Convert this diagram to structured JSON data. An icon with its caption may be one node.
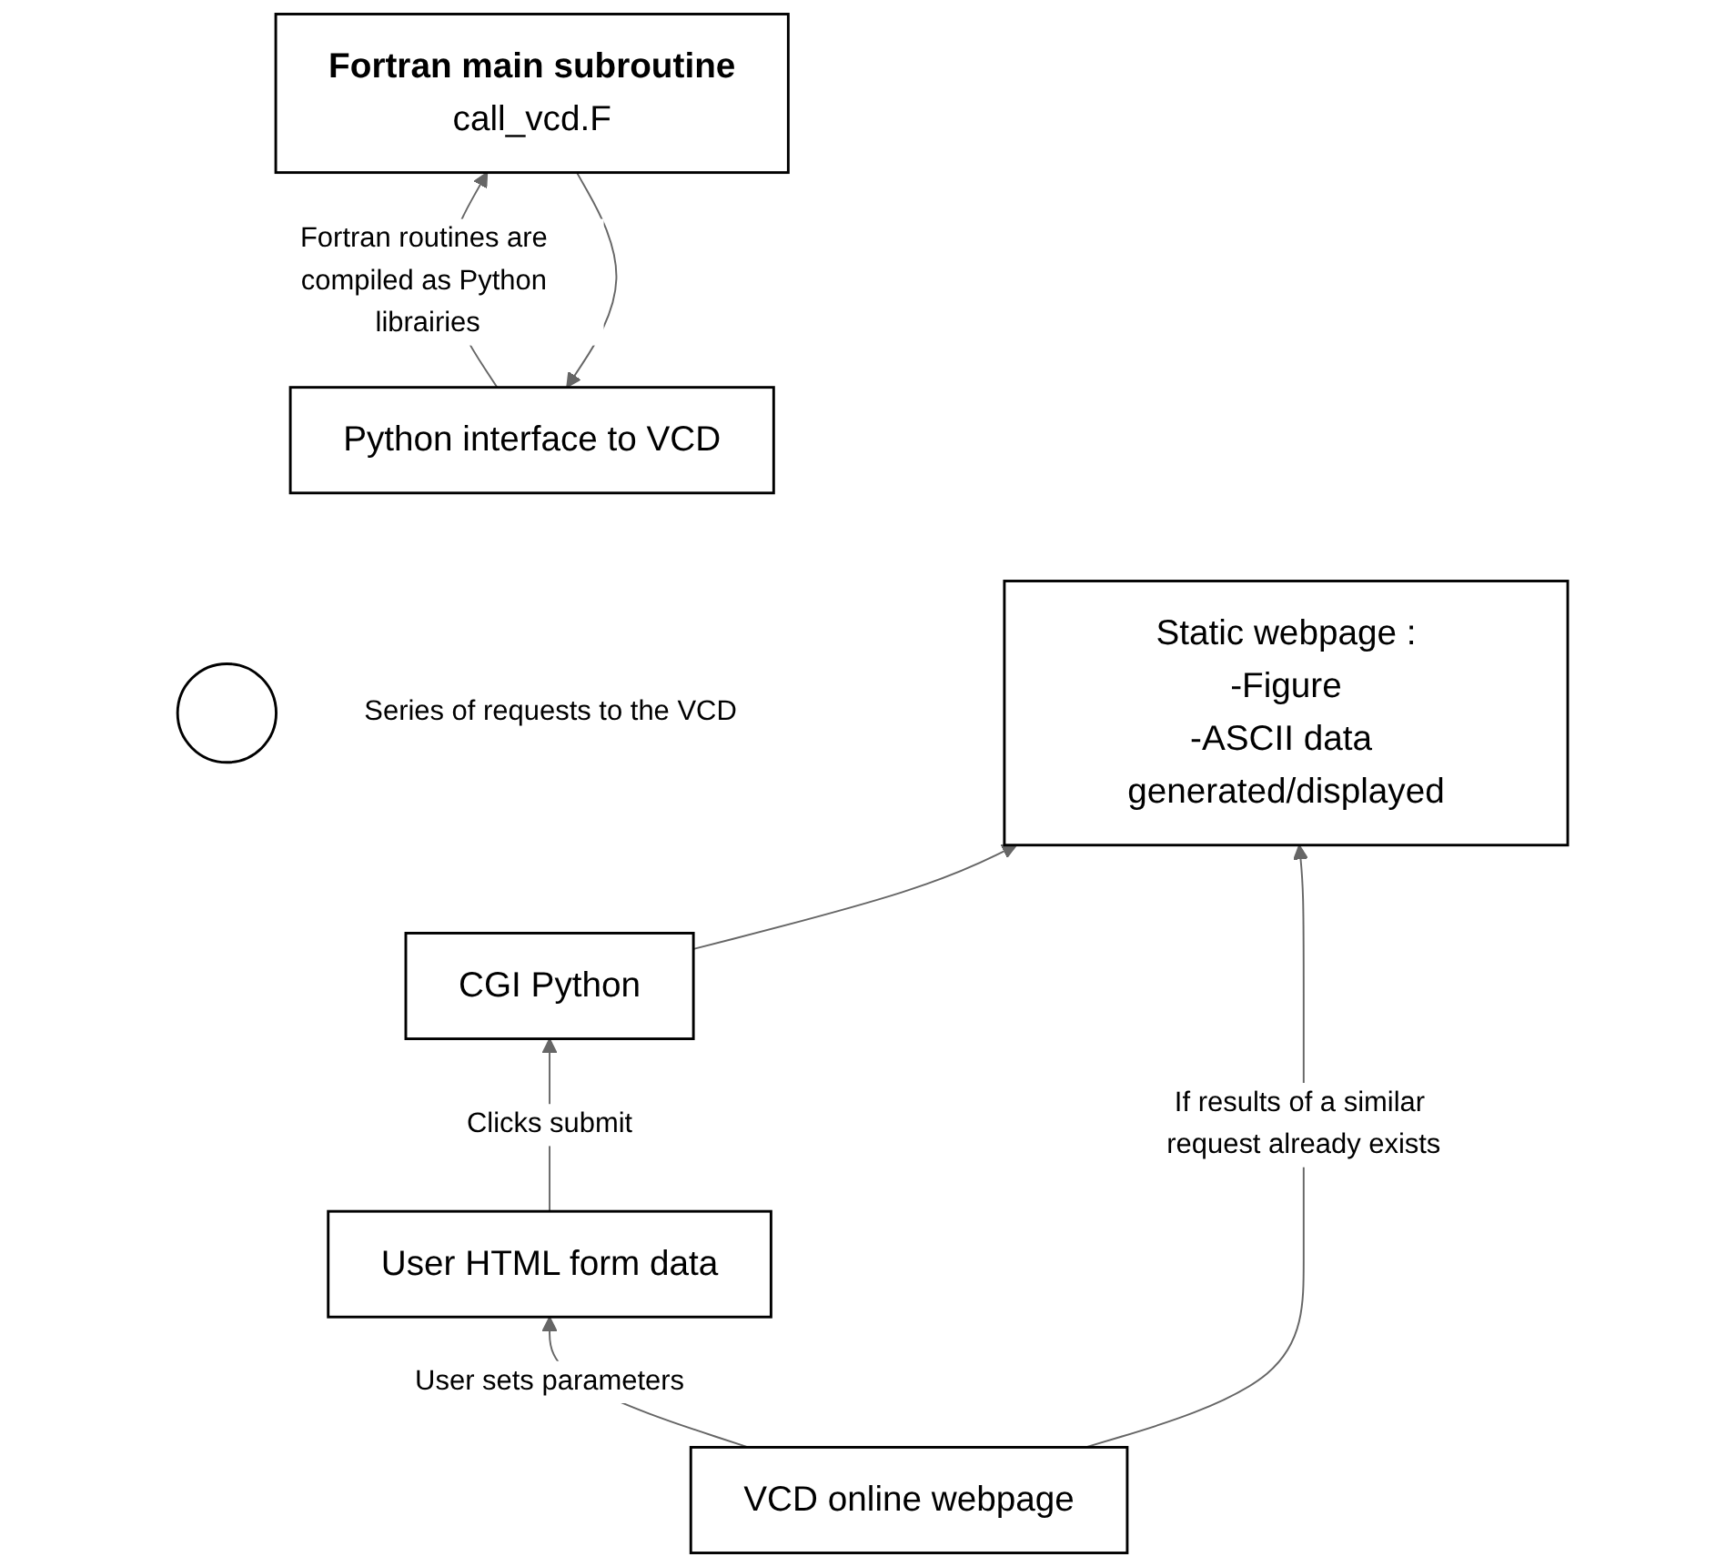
{
  "diagram": {
    "nodes": [
      {
        "text": [
          "Fortran main subroutine",
          "call_vcd.F"
        ]
      },
      {
        "text": [
          "Python interface to VCD"
        ]
      },
      {
        "text": [],
        "shape": "circle",
        "beside": [
          "Series of requests to the VCD"
        ]
      },
      {
        "text": [
          "CGI Python"
        ]
      },
      {
        "text": [
          "Static webpage :",
          "-Figure",
          "-ASCII data generated/displayed"
        ]
      },
      {
        "text": [
          "User HTML form data"
        ]
      },
      {
        "text": [
          "VCD online webpage"
        ]
      }
    ],
    "edges": [
      {
        "from": 0,
        "to": 1,
        "arrow": "to"
      },
      {
        "from": 1,
        "to": 0,
        "arrow": "to",
        "label": "Fortran routines are compiled as Python librairies"
      },
      {
        "from": 3,
        "to": 4,
        "arrow": "to"
      },
      {
        "from": 5,
        "to": 3,
        "arrow": "to",
        "label": "Clicks submit"
      },
      {
        "from": 6,
        "to": 5,
        "arrow": "to",
        "label": "User sets parameters"
      },
      {
        "from": 6,
        "to": 4,
        "arrow": "to",
        "label": "If results of a similar request already exists"
      }
    ]
  }
}
